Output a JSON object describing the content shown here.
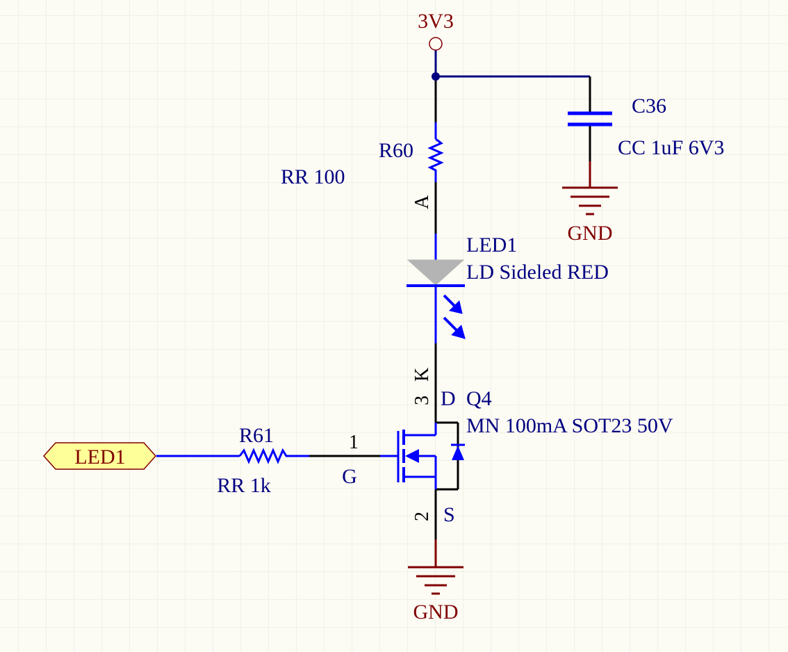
{
  "power": {
    "net": "3V3"
  },
  "capacitor": {
    "designator": "C36",
    "value": "CC 1uF 6V3"
  },
  "resistor_top": {
    "designator": "R60",
    "value": "RR 100"
  },
  "led": {
    "designator": "LED1",
    "value": "LD Sideled RED",
    "pin_anode": "A",
    "pin_cathode": "K"
  },
  "mosfet": {
    "designator": "Q4",
    "value": "MN 100mA SOT23 50V",
    "pin_drain_num": "3",
    "pin_drain_name": "D",
    "pin_gate_num": "1",
    "pin_gate_name": "G",
    "pin_source_num": "2",
    "pin_source_name": "S"
  },
  "resistor_gate": {
    "designator": "R61",
    "value": "RR 1k"
  },
  "port": {
    "name": "LED1"
  },
  "ground_cap": {
    "label": "GND"
  },
  "ground_fet": {
    "label": "GND"
  },
  "colors": {
    "background": "#fcfbf4",
    "grid": "#e9e7da",
    "wire": "#000080",
    "pin": "#000000",
    "component": "#0000ff",
    "power_net": "#800000",
    "port_fill": "#ffff99",
    "label": "#000080"
  }
}
